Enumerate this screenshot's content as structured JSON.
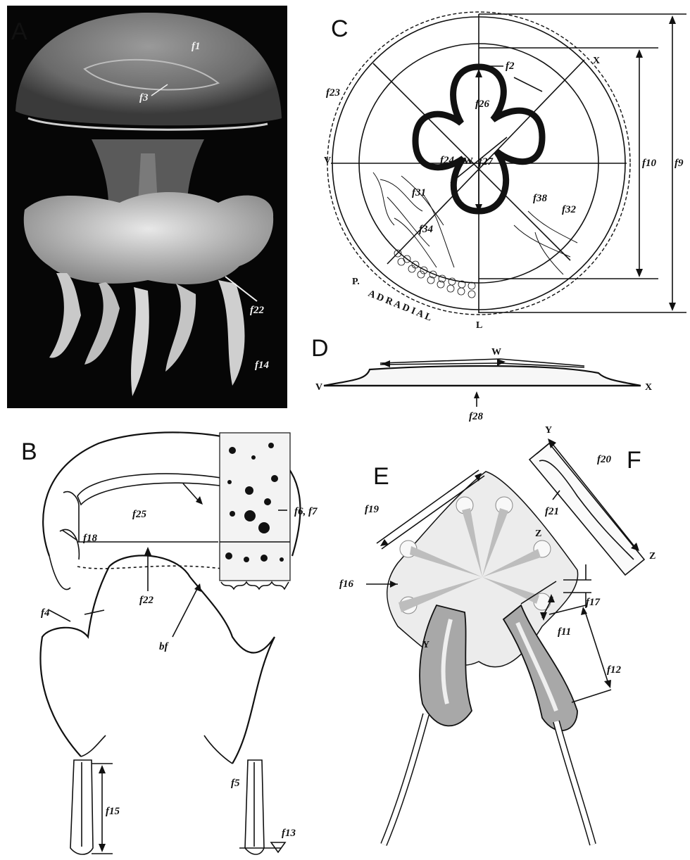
{
  "panels": {
    "A": {
      "letter": "A",
      "labels": {
        "f1": "f1",
        "f3": "f3",
        "f22": "f22",
        "f14": "f14"
      }
    },
    "B": {
      "letter": "B",
      "labels": {
        "f25": "f25",
        "f18": "f18",
        "f6f7": "f6, f7",
        "f22": "f22",
        "f4": "f4",
        "bf": "bf",
        "f15": "f15",
        "f5": "f5",
        "f13": "f13"
      }
    },
    "C": {
      "letter": "C",
      "labels": {
        "f2": "f2",
        "f23": "f23",
        "f26": "f26",
        "f24": "f24",
        "f27": "f27",
        "f31": "f31",
        "f34": "f34",
        "f38": "f38",
        "f32": "f32",
        "f10": "f10",
        "f9": "f9",
        "V": "V",
        "W": "W",
        "X": "X",
        "L": "L",
        "P": "P.",
        "adradial": "A D R A D I A L"
      }
    },
    "D": {
      "letter": "D",
      "labels": {
        "W": "W",
        "V": "V",
        "X": "X",
        "f28": "f28"
      }
    },
    "E": {
      "letter": "E",
      "labels": {
        "f19": "f19",
        "Z": "Z",
        "f16": "f16",
        "f17": "f17",
        "Y": "Y",
        "f11": "f11",
        "f12": "f12"
      }
    },
    "F": {
      "letter": "F",
      "labels": {
        "Y": "Y",
        "f20": "f20",
        "f21": "f21",
        "Z": "Z"
      }
    }
  }
}
